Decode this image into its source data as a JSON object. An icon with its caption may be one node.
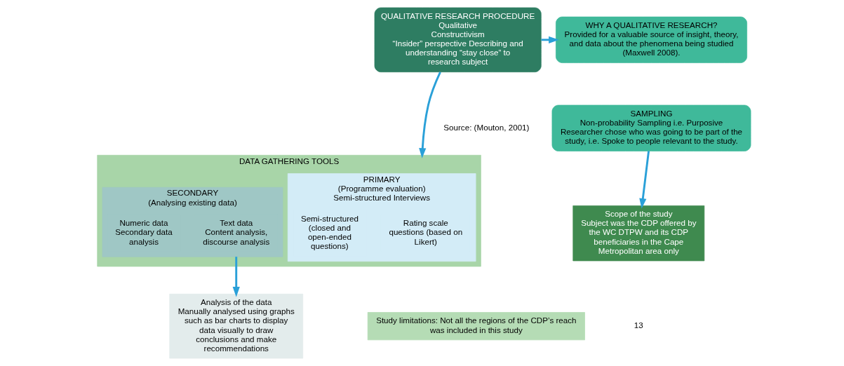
{
  "diagram": {
    "nodes": [
      {
        "text": [
          "QUALITATIVE RESEARCH PROCEDURE",
          "Qualitative",
          "Constructivism",
          "“Insider” perspective Describing and understanding “stay close” to research subject"
        ]
      },
      {
        "text": [
          "WHY A QUALITATIVE RESEARCH?",
          "Provided for a valuable source of insight, theory, and data about the phenomena being studied (Maxwell 2008)."
        ]
      },
      {
        "text": [
          "SAMPLING",
          "Non-probability Sampling i.e. Purposive",
          "Researcher chose who was going to be part of the study, i.e. Spoke to people relevant to the study."
        ]
      },
      {
        "text": [
          "DATA GATHERING TOOLS"
        ]
      },
      {
        "text": [
          "PRIMARY",
          "(Programme evaluation)",
          "Semi-structured Interviews"
        ],
        "in": 3
      },
      {
        "text": [
          "Rating scale questions (based on Likert)"
        ],
        "in": 4
      },
      {
        "text": [
          "Semi-structured (closed and open-ended questions)"
        ],
        "in": 4
      },
      {
        "text": [
          "SECONDARY",
          "(Analysing existing data)"
        ],
        "in": 3
      },
      {
        "text": [
          "Text data",
          "Content analysis, discourse analysis"
        ],
        "in": 7
      },
      {
        "text": [
          "Numeric data",
          "Secondary data analysis"
        ],
        "in": 7
      },
      {
        "text": [
          "Analysis of the data",
          "Manually analysed using graphs such as bar charts to display data visually to draw conclusions and make recommendations"
        ]
      },
      {
        "text": [
          "Scope of the study",
          "Subject was the CDP offered by the WC DTPW and its CDP beneficiaries in the Cape Metropolitan area only"
        ]
      },
      {
        "text": [
          "Study limitations: Not all the regions of the CDP’s reach was included in this study"
        ]
      }
    ],
    "edges": [
      {
        "from": 0,
        "to": 1,
        "arrow": "to"
      },
      {
        "from": 0,
        "to": 3,
        "arrow": "to"
      },
      {
        "from": 7,
        "to": 10,
        "arrow": "to"
      },
      {
        "from": 2,
        "to": 11,
        "arrow": "to"
      }
    ],
    "labels": [
      "Source: (Mouton, 2001)",
      "13"
    ]
  }
}
